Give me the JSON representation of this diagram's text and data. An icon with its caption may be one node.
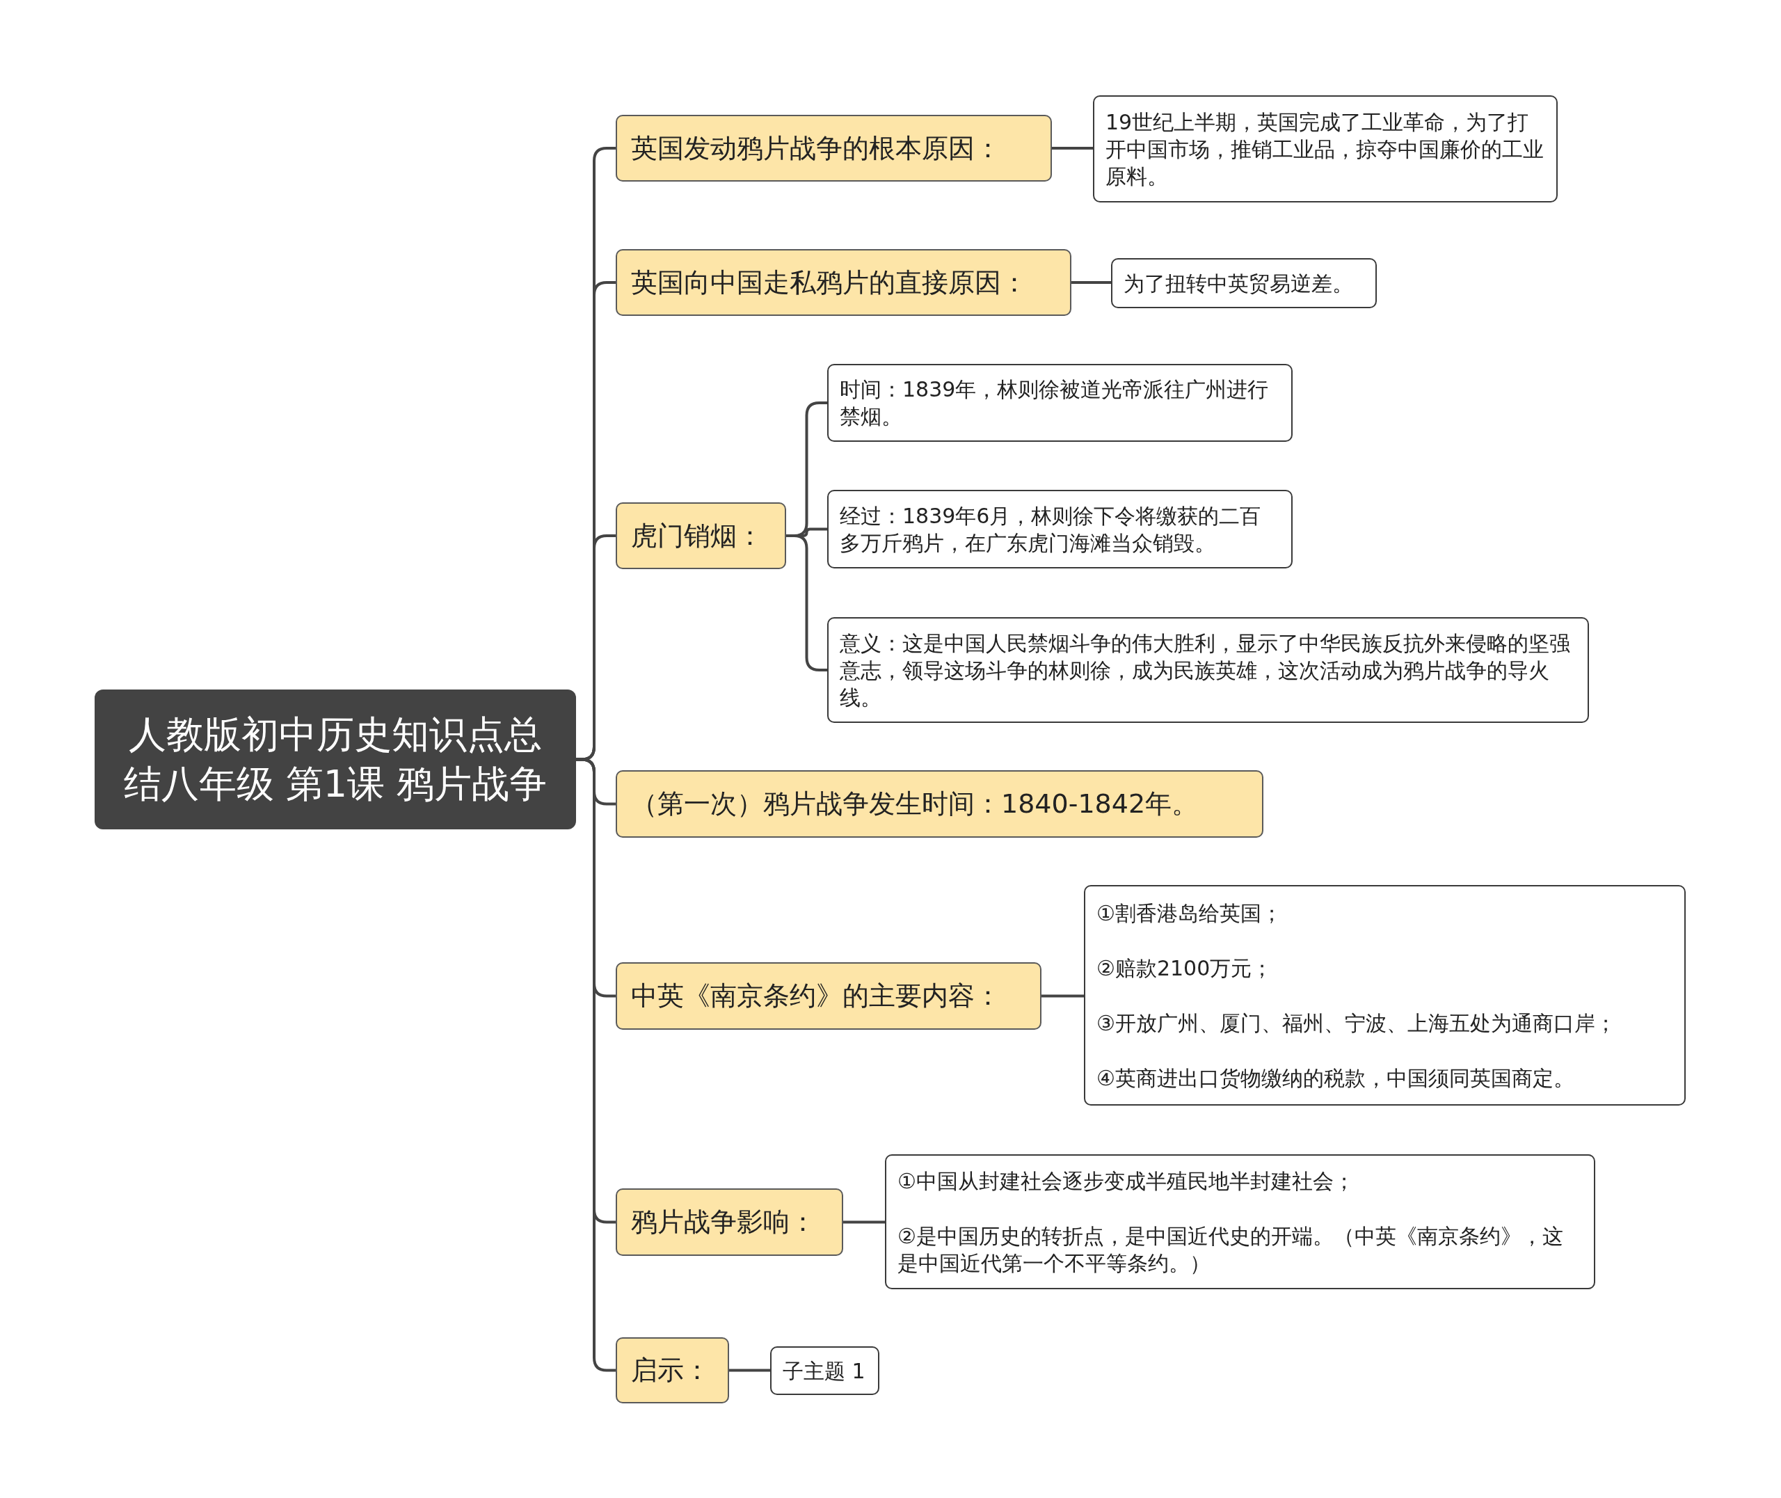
{
  "diagram": {
    "nodes": [
      {
        "text": [
          "人教版初中历史知识点总结八年级 第1课 鸦片战争"
        ]
      },
      {
        "text": [
          "英国发动鸦片战争的根本原因："
        ]
      },
      {
        "text": [
          "19世纪上半期，英国完成了工业革命，为了打开中国市场，推销工业品，掠夺中国廉价的工业原料。"
        ]
      },
      {
        "text": [
          "英国向中国走私鸦片的直接原因："
        ]
      },
      {
        "text": [
          "为了扭转中英贸易逆差。"
        ]
      },
      {
        "text": [
          "虎门销烟："
        ]
      },
      {
        "text": [
          "时间：1839年，林则徐被道光帝派往广州进行禁烟。"
        ]
      },
      {
        "text": [
          "经过：1839年6月，林则徐下令将缴获的二百多万斤鸦片，在广东虎门海滩当众销毁。"
        ]
      },
      {
        "text": [
          "意义：这是中国人民禁烟斗争的伟大胜利，显示了中华民族反抗外来侵略的坚强意志，领导这场斗争的林则徐，成为民族英雄，这次活动成为鸦片战争的导火线。"
        ]
      },
      {
        "text": [
          "（第一次）鸦片战争发生时间：1840-1842年。"
        ]
      },
      {
        "text": [
          "中英《南京条约》的主要内容："
        ]
      },
      {
        "text": [
          "①割香港岛给英国；",
          "②赔款2100万元；",
          "③开放广州、厦门、福州、宁波、上海五处为通商口岸；",
          "④英商进出口货物缴纳的税款，中国须同英国商定。"
        ]
      },
      {
        "text": [
          "鸦片战争影响："
        ]
      },
      {
        "text": [
          "①中国从封建社会逐步变成半殖民地半封建社会；",
          "②是中国历史的转折点，是中国近代史的开端。（中英《南京条约》，这是中国近代第一个不平等条约。）"
        ]
      },
      {
        "text": [
          "启示："
        ]
      },
      {
        "text": [
          "子主题 1"
        ]
      }
    ],
    "edges": [
      {
        "from": 0,
        "to": 1,
        "arrow": "none"
      },
      {
        "from": 0,
        "to": 3,
        "arrow": "none"
      },
      {
        "from": 0,
        "to": 5,
        "arrow": "none"
      },
      {
        "from": 0,
        "to": 9,
        "arrow": "none"
      },
      {
        "from": 0,
        "to": 10,
        "arrow": "none"
      },
      {
        "from": 0,
        "to": 12,
        "arrow": "none"
      },
      {
        "from": 0,
        "to": 14,
        "arrow": "none"
      },
      {
        "from": 1,
        "to": 2,
        "arrow": "none"
      },
      {
        "from": 3,
        "to": 4,
        "arrow": "none"
      },
      {
        "from": 5,
        "to": 6,
        "arrow": "none"
      },
      {
        "from": 5,
        "to": 7,
        "arrow": "none"
      },
      {
        "from": 5,
        "to": 8,
        "arrow": "none"
      },
      {
        "from": 10,
        "to": 11,
        "arrow": "none"
      },
      {
        "from": 12,
        "to": 13,
        "arrow": "none"
      },
      {
        "from": 14,
        "to": 15,
        "arrow": "none"
      }
    ]
  }
}
